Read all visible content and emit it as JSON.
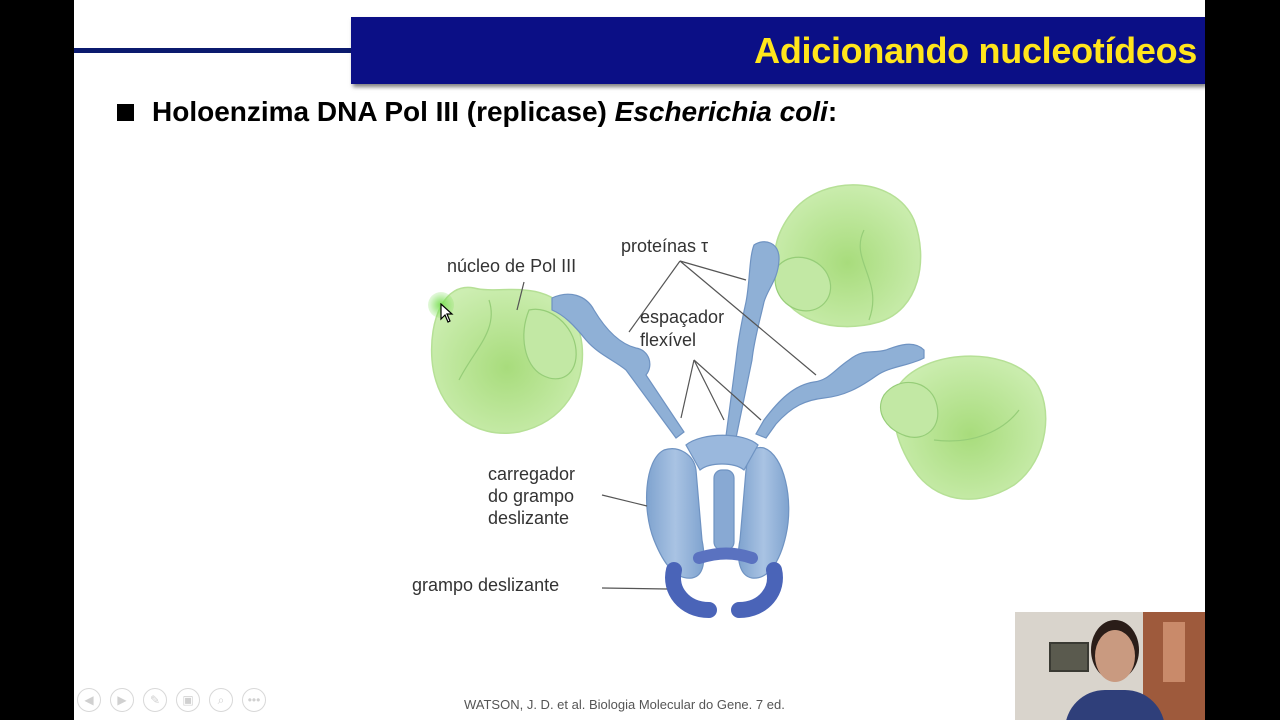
{
  "slide": {
    "title": "Adicionando nucleotídeos",
    "bullet": {
      "text_before": "Holoenzima DNA Pol III (replicase) ",
      "text_italic": "Escherichia coli",
      "text_after": ":"
    },
    "credit": "WATSON, J. D. et al. Biologia Molecular do Gene. 7 ed."
  },
  "figure": {
    "labels": {
      "nucleo": "núcleo de Pol III",
      "proteinas": "proteínas τ",
      "espacador_1": "espaçador",
      "espacador_2": "flexível",
      "carregador_1": "carregador",
      "carregador_2": "do grampo",
      "carregador_3": "deslizante",
      "grampo": "grampo deslizante"
    },
    "colors": {
      "core_green": "#b8e394",
      "protein_blue": "#8fb0d6",
      "clamp_blue": "#4a64b8"
    }
  },
  "navigation": {
    "buttons": [
      "previous-icon",
      "next-icon",
      "pen-icon",
      "slides-icon",
      "zoom-icon",
      "more-icon"
    ]
  }
}
